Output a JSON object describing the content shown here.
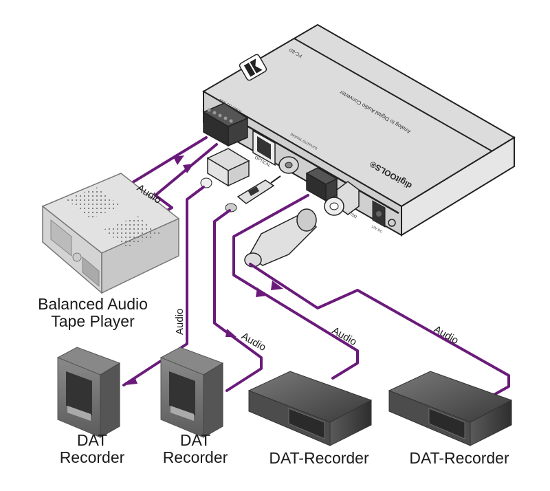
{
  "diagram": {
    "type": "connection-diagram",
    "main_device": {
      "brand_text": "digitOOLS®",
      "subtitle": "Analog to Digital Audio Converter",
      "model": "FC-6D",
      "ports": {
        "analog_in": "ANALOG INPUT",
        "optical": "OPTICAL",
        "digital_out": "DIGITAL OUTPUTS",
        "coax_label": "75Ω",
        "power": "12V DC"
      }
    },
    "source": {
      "label_line1": "Balanced Audio",
      "label_line2": "Tape Player"
    },
    "cable_label": "Audio",
    "destinations": [
      {
        "label_line1": "DAT",
        "label_line2": "Recorder"
      },
      {
        "label_line1": "DAT",
        "label_line2": "Recorder"
      },
      {
        "label_line1": "DAT-Recorder",
        "label_line2": ""
      },
      {
        "label_line1": "DAT-Recorder",
        "label_line2": ""
      }
    ],
    "colors": {
      "cable": "#6a1b7a",
      "device_light": "#d8d8d8",
      "device_dark": "#4a4a4a",
      "outline": "#222222"
    }
  }
}
